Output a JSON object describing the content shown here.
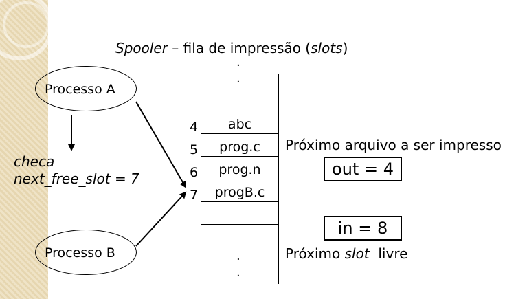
{
  "title": {
    "italic_part": "Spooler",
    "rest": " – fila de impressão (",
    "italic2": "slots",
    "close": ")"
  },
  "processes": [
    {
      "label": "Processo A"
    },
    {
      "label": "Processo B"
    }
  ],
  "check": {
    "line1": "checa",
    "line2": "next_free_slot = 7"
  },
  "slots": [
    {
      "index": "4",
      "content": "abc"
    },
    {
      "index": "5",
      "content": "prog.c"
    },
    {
      "index": "6",
      "content": "prog.n"
    },
    {
      "index": "7",
      "content": "progB.c"
    }
  ],
  "next_file": {
    "label": "Próximo arquivo a ser impresso",
    "value": "out = 4"
  },
  "next_slot": {
    "label_pre": "Próximo ",
    "label_italic": "slot",
    "label_post": "  livre",
    "value": "in = 8"
  },
  "ellipsis": "."
}
